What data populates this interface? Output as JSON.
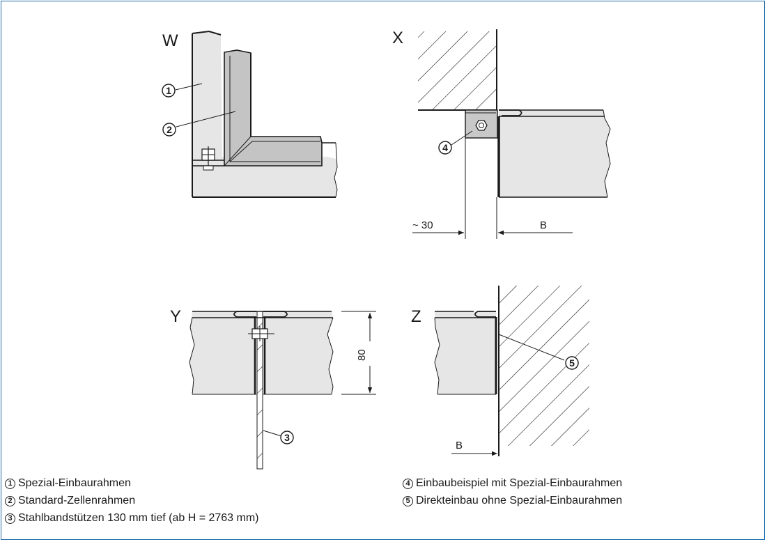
{
  "views": {
    "w": {
      "label": "W"
    },
    "x": {
      "label": "X",
      "dim_left": "~ 30",
      "dim_right": "B"
    },
    "y": {
      "label": "Y",
      "dim_height": "80"
    },
    "z": {
      "label": "Z",
      "dim_bottom": "B"
    }
  },
  "callouts": {
    "c1": "1",
    "c2": "2",
    "c3": "3",
    "c4": "4",
    "c5": "5"
  },
  "legend": [
    {
      "num": "1",
      "text": "Spezial-Einbaurahmen"
    },
    {
      "num": "2",
      "text": "Standard-Zellenrahmen"
    },
    {
      "num": "3",
      "text": "Stahlbandstützen 130 mm tief (ab H = 2763 mm)"
    },
    {
      "num": "4",
      "text": "Einbaubeispiel mit Spezial-Einbaurahmen"
    },
    {
      "num": "5",
      "text": "Direkteinbau ohne Spezial-Einbaurahmen"
    }
  ],
  "colors": {
    "frame_border": "#1f6aa8",
    "panel_fill": "#e6e6e6",
    "frame_fill": "#c8c8c8",
    "line": "#1a1a1a"
  }
}
